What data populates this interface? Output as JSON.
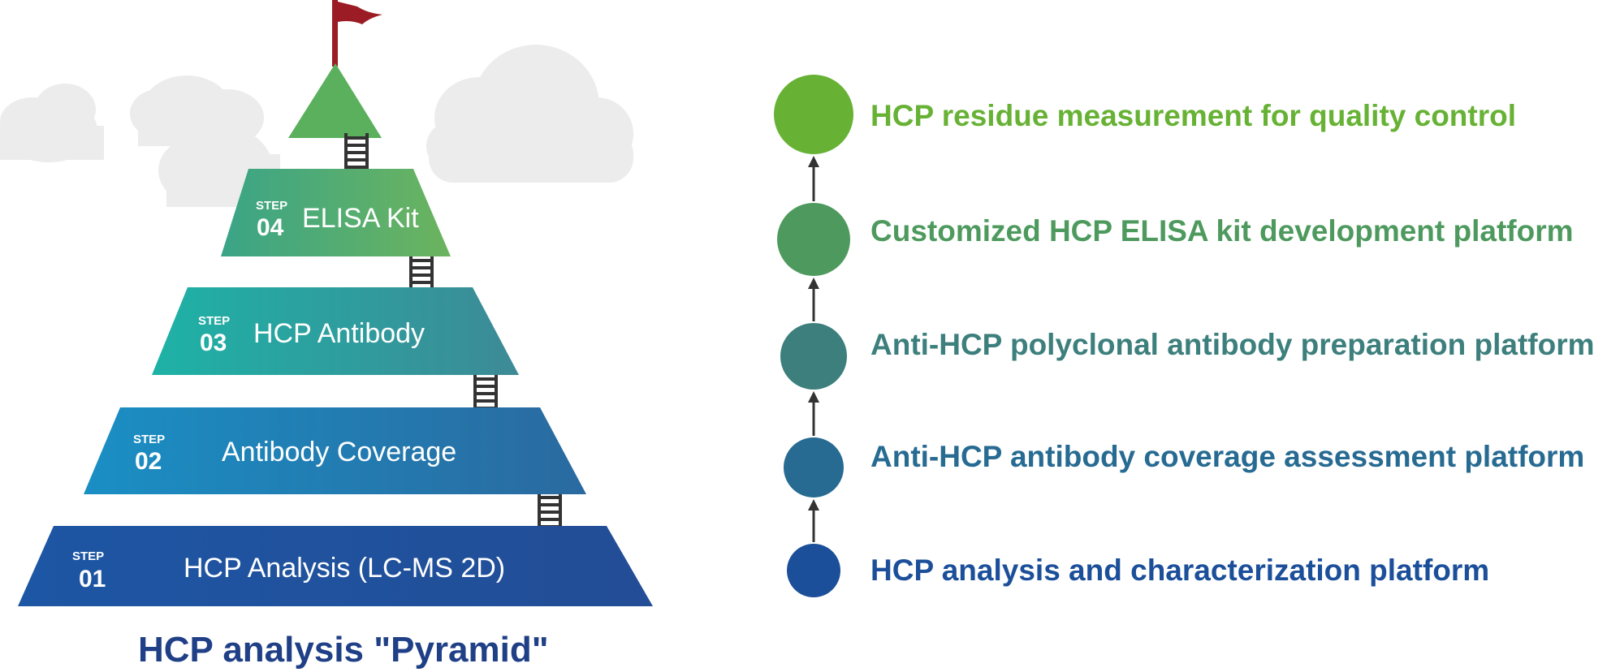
{
  "pyramid": {
    "title": "HCP analysis \"Pyramid\"",
    "tiers": [
      {
        "step_word": "STEP",
        "step_num": "04",
        "label": "ELISA Kit",
        "color": "#5fad68"
      },
      {
        "step_word": "STEP",
        "step_num": "03",
        "label": "HCP Antibody",
        "color": "#2aa69c"
      },
      {
        "step_word": "STEP",
        "step_num": "02",
        "label": "Antibody Coverage",
        "color": "#1f7ab5"
      },
      {
        "step_word": "STEP",
        "step_num": "01",
        "label": "HCP Analysis (LC-MS  2D)",
        "color": "#1f4f9e"
      }
    ],
    "peak_color": "#5ab05c",
    "flag_color": "#9b1c24",
    "ladder_color": "#333333",
    "cloud_color": "#ececec"
  },
  "platforms": [
    {
      "label": "HCP residue measurement for quality control",
      "color": "#67b235"
    },
    {
      "label": "Customized HCP ELISA kit development platform",
      "color": "#4e9a5e"
    },
    {
      "label": "Anti-HCP polyclonal antibody preparation platform",
      "color": "#3c7f7c"
    },
    {
      "label": "Anti-HCP antibody coverage assessment platform",
      "color": "#276b92"
    },
    {
      "label": "HCP analysis and characterization platform",
      "color": "#1c4f9a"
    }
  ],
  "arrow_color": "#333333"
}
